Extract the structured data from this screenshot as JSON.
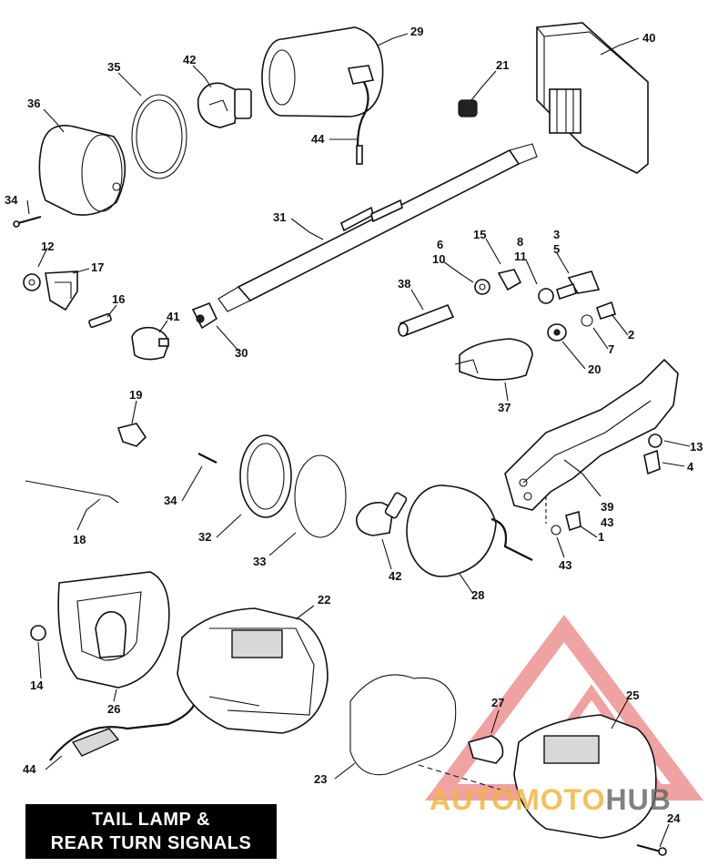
{
  "diagram": {
    "title_lines": [
      "TAIL LAMP &",
      "REAR TURN SIGNALS"
    ],
    "watermark": {
      "part1": "AUTOMOTO",
      "part2": "HUB"
    },
    "callouts": {
      "c29": "29",
      "c40": "40",
      "c42a": "42",
      "c35": "35",
      "c21": "21",
      "c36": "36",
      "c44a": "44",
      "c34a": "34",
      "c31": "31",
      "c12": "12",
      "c17": "17",
      "c6": "6",
      "c10": "10",
      "c15": "15",
      "c8": "8",
      "c11": "11",
      "c3": "3",
      "c5": "5",
      "c16": "16",
      "c38": "38",
      "c2": "2",
      "c41": "41",
      "c30": "30",
      "c7": "7",
      "c20": "20",
      "c37": "37",
      "c19": "19",
      "c13": "13",
      "c4": "4",
      "c34b": "34",
      "c39": "39",
      "c43a": "43",
      "c18": "18",
      "c32": "32",
      "c33": "33",
      "c42b": "42",
      "c28": "28",
      "c1": "1",
      "c43b": "43",
      "c22": "22",
      "c14": "14",
      "c26": "26",
      "c27": "27",
      "c25": "25",
      "c44b": "44",
      "c23": "23",
      "c24": "24"
    },
    "colors": {
      "ink": "#111111",
      "watermark_red": "#e03030",
      "watermark_orange": "#f2b63f"
    }
  }
}
